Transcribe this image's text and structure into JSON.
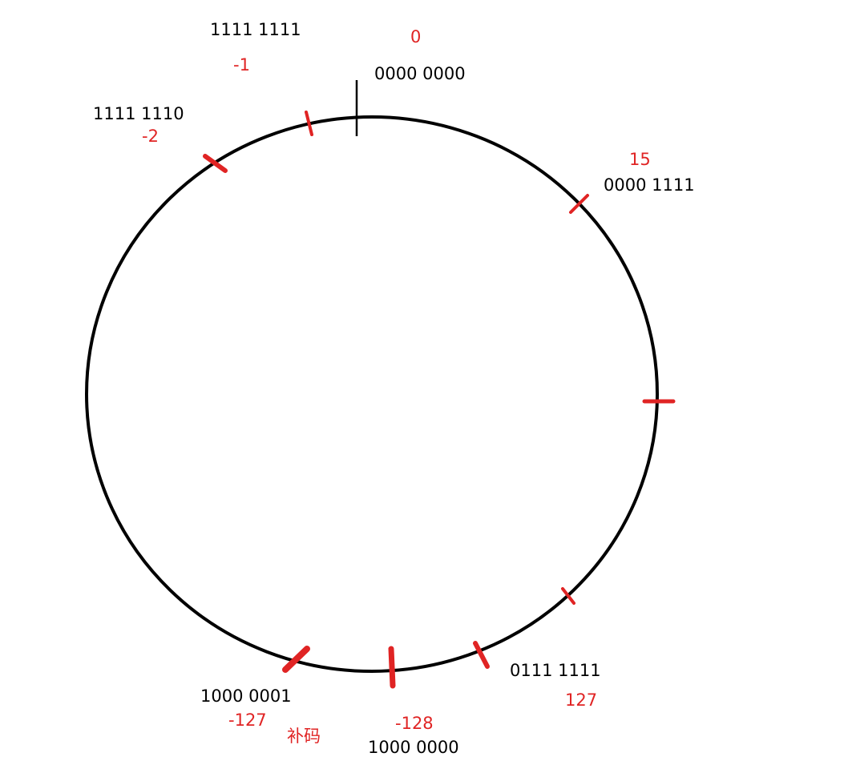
{
  "colors": {
    "ring": "#000000",
    "tick": "#e02424",
    "binary_text": "#000000",
    "decimal_text": "#e02424"
  },
  "labels": {
    "zero_dec": "0",
    "zero_bin": "0000 0000",
    "minus1_bin": "1111 1111",
    "minus1_dec": "-1",
    "minus2_bin": "1111 1110",
    "minus2_dec": "-2",
    "p15_dec": "15",
    "p15_bin": "0000 1111",
    "p127_bin": "0111 1111",
    "p127_dec": "127",
    "m127_bin": "1000 0001",
    "m127_dec": "-127",
    "m128_dec": "-128",
    "m128_bin": "1000 0000",
    "note": "补码"
  }
}
